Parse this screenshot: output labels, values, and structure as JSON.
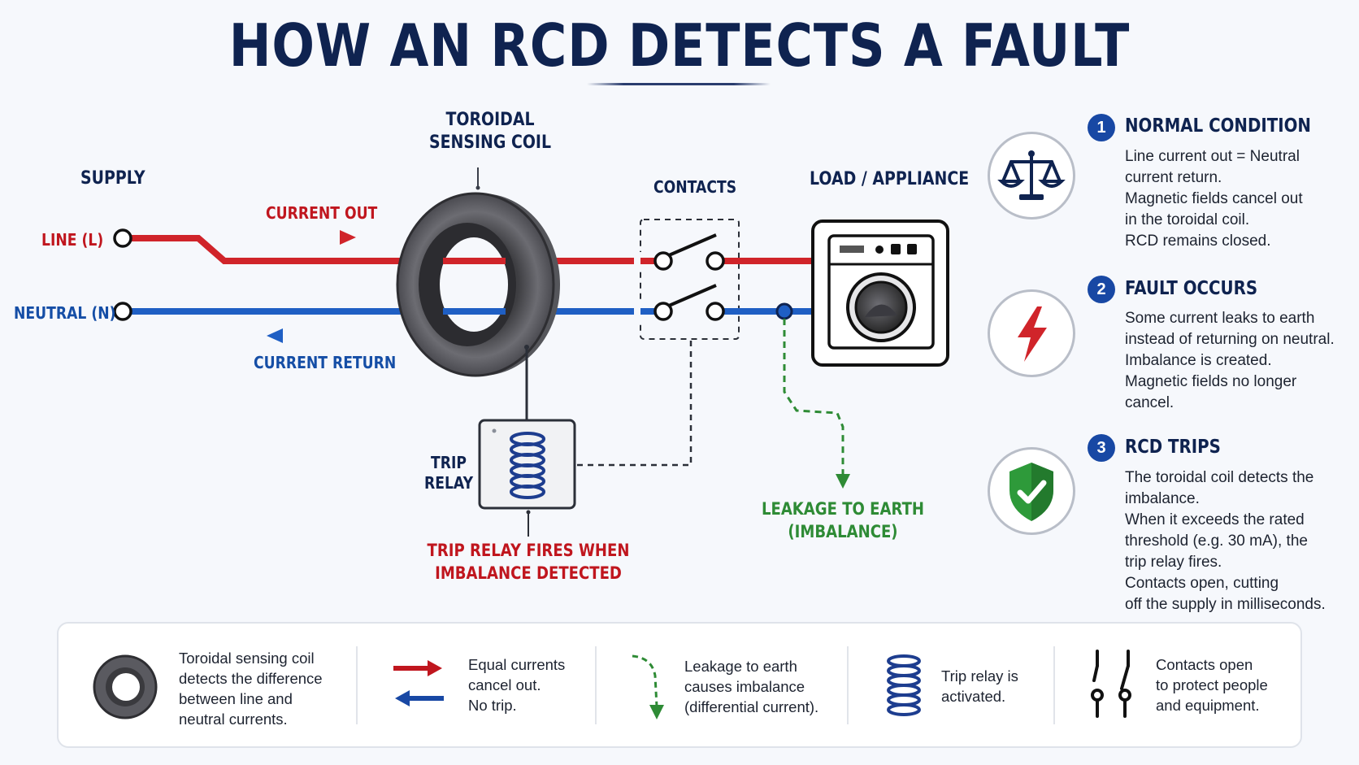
{
  "title": "HOW AN RCD DETECTS A FAULT",
  "diagram": {
    "supply": "SUPPLY",
    "line": "LINE (L)",
    "neutral": "NEUTRAL (N)",
    "current_out": "CURRENT OUT",
    "current_return": "CURRENT RETURN",
    "coil_label": [
      "TOROIDAL",
      "SENSING COIL"
    ],
    "contacts": "CONTACTS",
    "load": "LOAD / APPLIANCE",
    "trip_relay": [
      "TRIP",
      "RELAY"
    ],
    "trip_fires": [
      "TRIP RELAY FIRES WHEN",
      "IMBALANCE DETECTED"
    ],
    "leakage": [
      "LEAKAGE TO EARTH",
      "(IMBALANCE)"
    ]
  },
  "steps": [
    {
      "number": "1",
      "title": "NORMAL CONDITION",
      "icon": "scales-icon",
      "lines": [
        "Line current out = Neutral",
        "current return.",
        "Magnetic fields cancel out",
        "in the toroidal coil.",
        "RCD remains closed."
      ]
    },
    {
      "number": "2",
      "title": "FAULT OCCURS",
      "icon": "lightning-icon",
      "lines": [
        "Some current leaks to earth",
        "instead of returning on neutral.",
        "Imbalance is created.",
        "Magnetic fields no longer",
        "cancel."
      ]
    },
    {
      "number": "3",
      "title": "RCD TRIPS",
      "icon": "shield-check-icon",
      "lines": [
        "The toroidal coil detects the",
        "imbalance.",
        "When it exceeds the rated",
        "threshold (e.g. 30 mA), the",
        "trip relay fires.",
        "Contacts open, cutting",
        "off the supply in milliseconds."
      ]
    }
  ],
  "legend": [
    {
      "icon": "toroid-icon",
      "lines": [
        "Toroidal sensing coil",
        "detects the difference",
        "between line and",
        "neutral currents."
      ]
    },
    {
      "icon": "arrows-icon",
      "lines": [
        "Equal currents",
        "cancel out.",
        "No trip."
      ]
    },
    {
      "icon": "dashed-arrow-icon",
      "lines": [
        "Leakage to earth",
        "causes imbalance",
        "(differential current)."
      ]
    },
    {
      "icon": "coil-spring-icon",
      "lines": [
        "Trip relay is",
        "activated."
      ]
    },
    {
      "icon": "switch-open-icon",
      "lines": [
        "Contacts open",
        "to protect people",
        "and equipment."
      ]
    }
  ],
  "colors": {
    "navy": "#0f2350",
    "line_red": "#d0242a",
    "neutral_blue": "#1f5fc4",
    "earth_green": "#2e8b35",
    "step_blue": "#1848a4"
  }
}
